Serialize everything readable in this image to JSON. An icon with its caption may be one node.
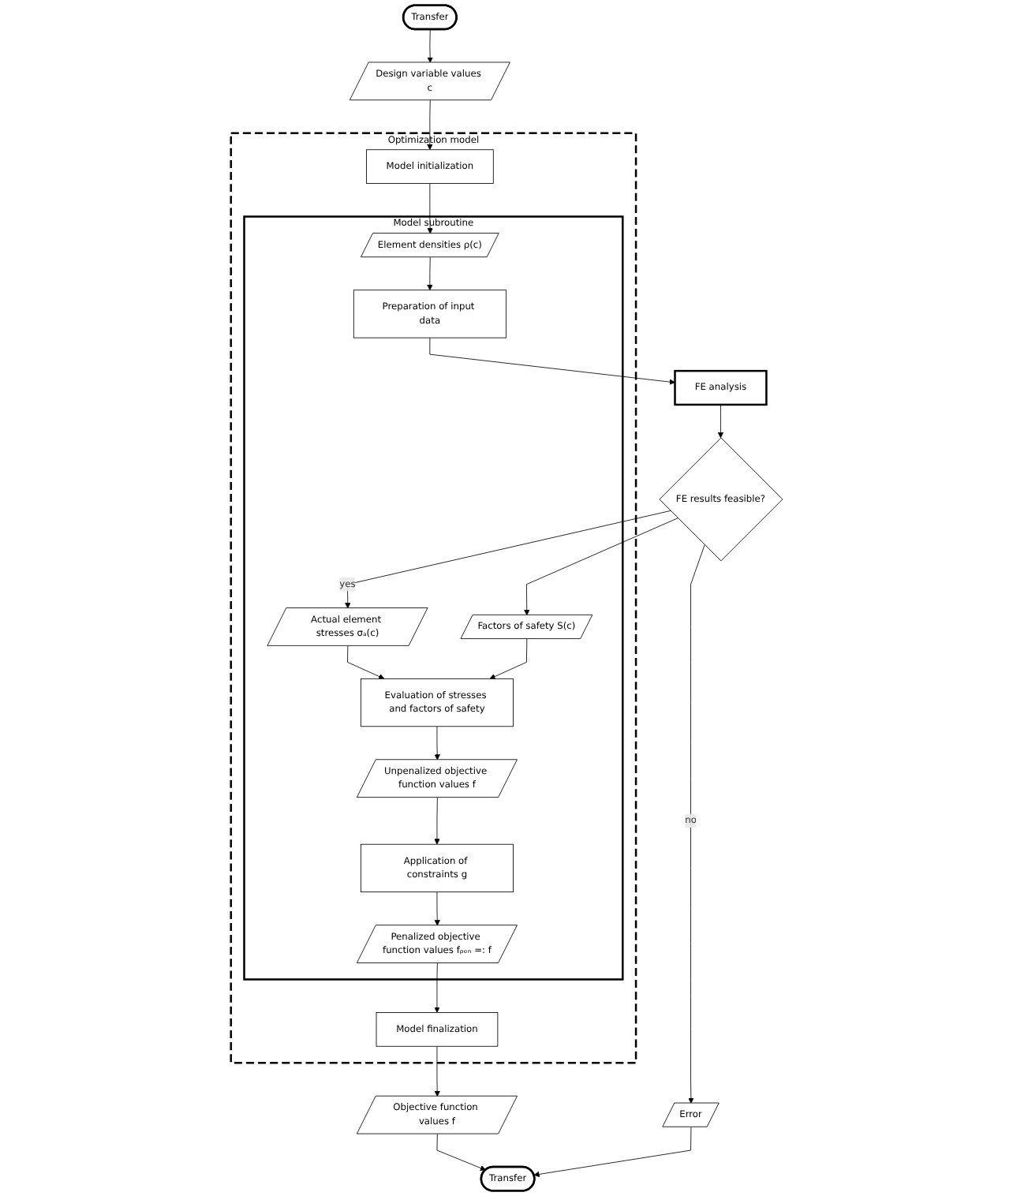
{
  "diagram": {
    "nodes": [
      {
        "text": [
          "Transfer"
        ]
      },
      {
        "text": [
          "Design variable values c"
        ]
      },
      {
        "text": [
          "Optimization model"
        ]
      },
      {
        "text": [
          "Model initialization"
        ],
        "in": 2
      },
      {
        "text": [
          "Model subroutine"
        ],
        "in": 2
      },
      {
        "text": [
          "Element densities ρ(c)"
        ],
        "in": 4
      },
      {
        "text": [
          "Preparation of input data"
        ],
        "in": 4
      },
      {
        "text": [
          "FE analysis"
        ]
      },
      {
        "text": [
          "FE results feasible?"
        ]
      },
      {
        "text": [
          "Actual element stresses σₐ(c)"
        ],
        "in": 4
      },
      {
        "text": [
          "Factors of safety S(c)"
        ],
        "in": 4
      },
      {
        "text": [
          "Evaluation of stresses and factors of safety"
        ],
        "in": 4
      },
      {
        "text": [
          "Unpenalized objective function values f"
        ],
        "in": 4
      },
      {
        "text": [
          "Application of constraints g"
        ],
        "in": 4
      },
      {
        "text": [
          "Penalized objective function values fₚₑₙ =: f"
        ],
        "in": 4
      },
      {
        "text": [
          "Error"
        ]
      },
      {
        "text": [
          "Model finalization"
        ],
        "in": 2
      },
      {
        "text": [
          "Objective function values f"
        ]
      },
      {
        "text": [
          "Transfer"
        ]
      }
    ],
    "edges": [
      {
        "from": 0,
        "to": 1,
        "arrow": "to"
      },
      {
        "from": 1,
        "to": 3,
        "arrow": "to"
      },
      {
        "from": 3,
        "to": 5,
        "arrow": "to"
      },
      {
        "from": 5,
        "to": 6,
        "arrow": "to"
      },
      {
        "from": 6,
        "to": 7,
        "arrow": "to"
      },
      {
        "from": 7,
        "to": 8,
        "arrow": "to"
      },
      {
        "from": 8,
        "to": 9,
        "arrow": "to",
        "label": "yes"
      },
      {
        "from": 8,
        "to": 10,
        "arrow": "to"
      },
      {
        "from": 9,
        "to": 11,
        "arrow": "to"
      },
      {
        "from": 10,
        "to": 11,
        "arrow": "to"
      },
      {
        "from": 11,
        "to": 12,
        "arrow": "to"
      },
      {
        "from": 12,
        "to": 13,
        "arrow": "to"
      },
      {
        "from": 13,
        "to": 14,
        "arrow": "to"
      },
      {
        "from": 14,
        "to": 16,
        "arrow": "to"
      },
      {
        "from": 16,
        "to": 17,
        "arrow": "to"
      },
      {
        "from": 17,
        "to": 18,
        "arrow": "to"
      },
      {
        "from": 8,
        "to": 15,
        "arrow": "to",
        "label": "no"
      },
      {
        "from": 15,
        "to": 18,
        "arrow": "to"
      }
    ]
  }
}
